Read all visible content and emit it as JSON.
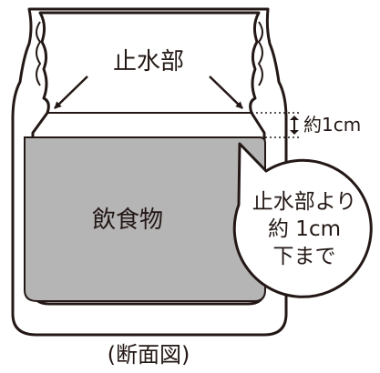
{
  "labels": {
    "seal_part": "止水部",
    "gap": "約1cm",
    "contents": "飲食物",
    "callout_line1": "止水部より",
    "callout_line2": "約 1cm",
    "callout_line3": "下まで",
    "caption": "(断面図)"
  },
  "colors": {
    "outline": "#231815",
    "food_fill": "#b5b5b6",
    "background": "#ffffff"
  }
}
